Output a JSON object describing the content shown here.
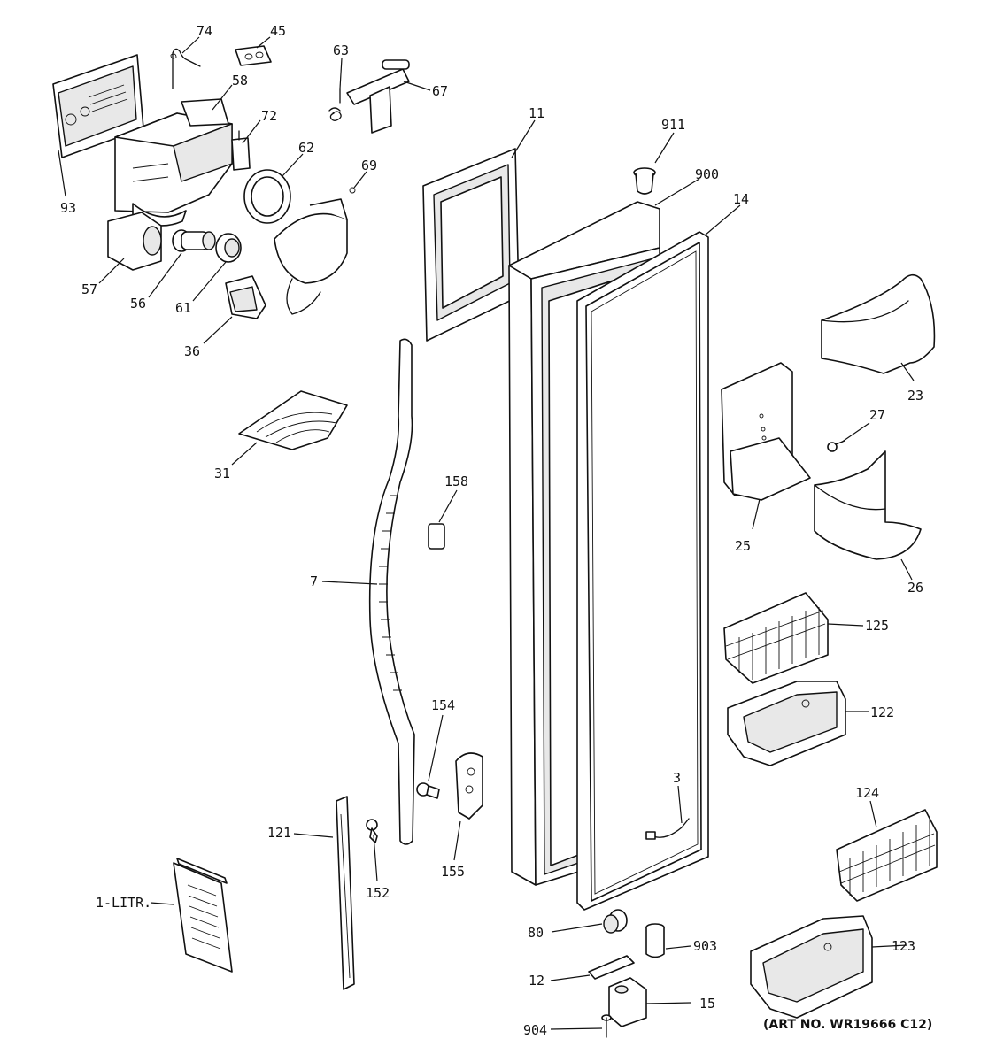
{
  "art_number": "(ART NO. WR19666 C12)",
  "callouts": [
    {
      "id": "74",
      "text": "74"
    },
    {
      "id": "45",
      "text": "45"
    },
    {
      "id": "63",
      "text": "63"
    },
    {
      "id": "58",
      "text": "58"
    },
    {
      "id": "67",
      "text": "67"
    },
    {
      "id": "72",
      "text": "72"
    },
    {
      "id": "62",
      "text": "62"
    },
    {
      "id": "11",
      "text": "11"
    },
    {
      "id": "911",
      "text": "911"
    },
    {
      "id": "69",
      "text": "69"
    },
    {
      "id": "900",
      "text": "900"
    },
    {
      "id": "93",
      "text": "93"
    },
    {
      "id": "14",
      "text": "14"
    },
    {
      "id": "57",
      "text": "57"
    },
    {
      "id": "56",
      "text": "56"
    },
    {
      "id": "61",
      "text": "61"
    },
    {
      "id": "36",
      "text": "36"
    },
    {
      "id": "23",
      "text": "23"
    },
    {
      "id": "27",
      "text": "27"
    },
    {
      "id": "31",
      "text": "31"
    },
    {
      "id": "158",
      "text": "158"
    },
    {
      "id": "25",
      "text": "25"
    },
    {
      "id": "7",
      "text": "7"
    },
    {
      "id": "26",
      "text": "26"
    },
    {
      "id": "125",
      "text": "125"
    },
    {
      "id": "154",
      "text": "154"
    },
    {
      "id": "122",
      "text": "122"
    },
    {
      "id": "3",
      "text": "3"
    },
    {
      "id": "124",
      "text": "124"
    },
    {
      "id": "121",
      "text": "121"
    },
    {
      "id": "155",
      "text": "155"
    },
    {
      "id": "152",
      "text": "152"
    },
    {
      "id": "1-litr",
      "text": "1-LITR."
    },
    {
      "id": "80",
      "text": "80"
    },
    {
      "id": "903",
      "text": "903"
    },
    {
      "id": "123",
      "text": "123"
    },
    {
      "id": "12",
      "text": "12"
    },
    {
      "id": "15",
      "text": "15"
    },
    {
      "id": "904",
      "text": "904"
    }
  ]
}
